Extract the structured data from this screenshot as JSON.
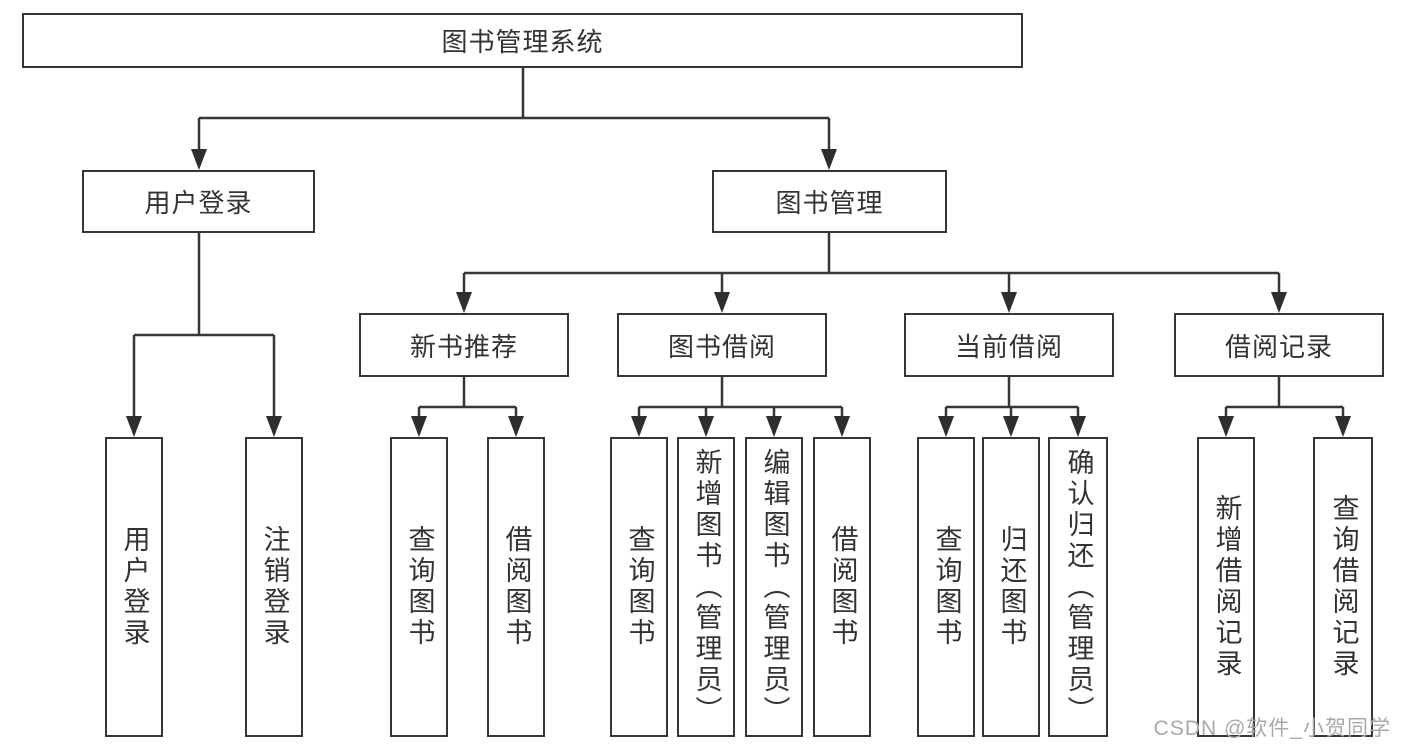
{
  "diagram": {
    "type": "tree",
    "nodes": {
      "root": "图书管理系统",
      "user_login": "用户登录",
      "book_mgmt": "图书管理",
      "new_book_rec": "新书推荐",
      "book_borrow": "图书借阅",
      "current_borrow": "当前借阅",
      "borrow_record": "借阅记录",
      "leaf_user_login": "用户登录",
      "leaf_logout": "注销登录",
      "leaf_query_book_1": "查询图书",
      "leaf_borrow_book_1": "借阅图书",
      "leaf_query_book_2": "查询图书",
      "leaf_add_book": "新增图书（管理员）",
      "leaf_edit_book": "编辑图书（管理员）",
      "leaf_borrow_book_2": "借阅图书",
      "leaf_query_book_3": "查询图书",
      "leaf_return_book": "归还图书",
      "leaf_confirm_return": "确认归还（管理员）",
      "leaf_add_borrow_record": "新增借阅记录",
      "leaf_query_borrow_record": "查询借阅记录"
    },
    "edges": [
      [
        "root",
        "user_login"
      ],
      [
        "root",
        "book_mgmt"
      ],
      [
        "user_login",
        "leaf_user_login"
      ],
      [
        "user_login",
        "leaf_logout"
      ],
      [
        "book_mgmt",
        "new_book_rec"
      ],
      [
        "book_mgmt",
        "book_borrow"
      ],
      [
        "book_mgmt",
        "current_borrow"
      ],
      [
        "book_mgmt",
        "borrow_record"
      ],
      [
        "new_book_rec",
        "leaf_query_book_1"
      ],
      [
        "new_book_rec",
        "leaf_borrow_book_1"
      ],
      [
        "book_borrow",
        "leaf_query_book_2"
      ],
      [
        "book_borrow",
        "leaf_add_book"
      ],
      [
        "book_borrow",
        "leaf_edit_book"
      ],
      [
        "book_borrow",
        "leaf_borrow_book_2"
      ],
      [
        "current_borrow",
        "leaf_query_book_3"
      ],
      [
        "current_borrow",
        "leaf_return_book"
      ],
      [
        "current_borrow",
        "leaf_confirm_return"
      ],
      [
        "borrow_record",
        "leaf_add_borrow_record"
      ],
      [
        "borrow_record",
        "leaf_query_borrow_record"
      ]
    ]
  },
  "watermark": "CSDN @软件_小贺同学",
  "colors": {
    "line": "#363636",
    "arrow": "#2e2e2e",
    "text": "#333333",
    "background": "#ffffff",
    "watermark": "#a8a8ae"
  }
}
